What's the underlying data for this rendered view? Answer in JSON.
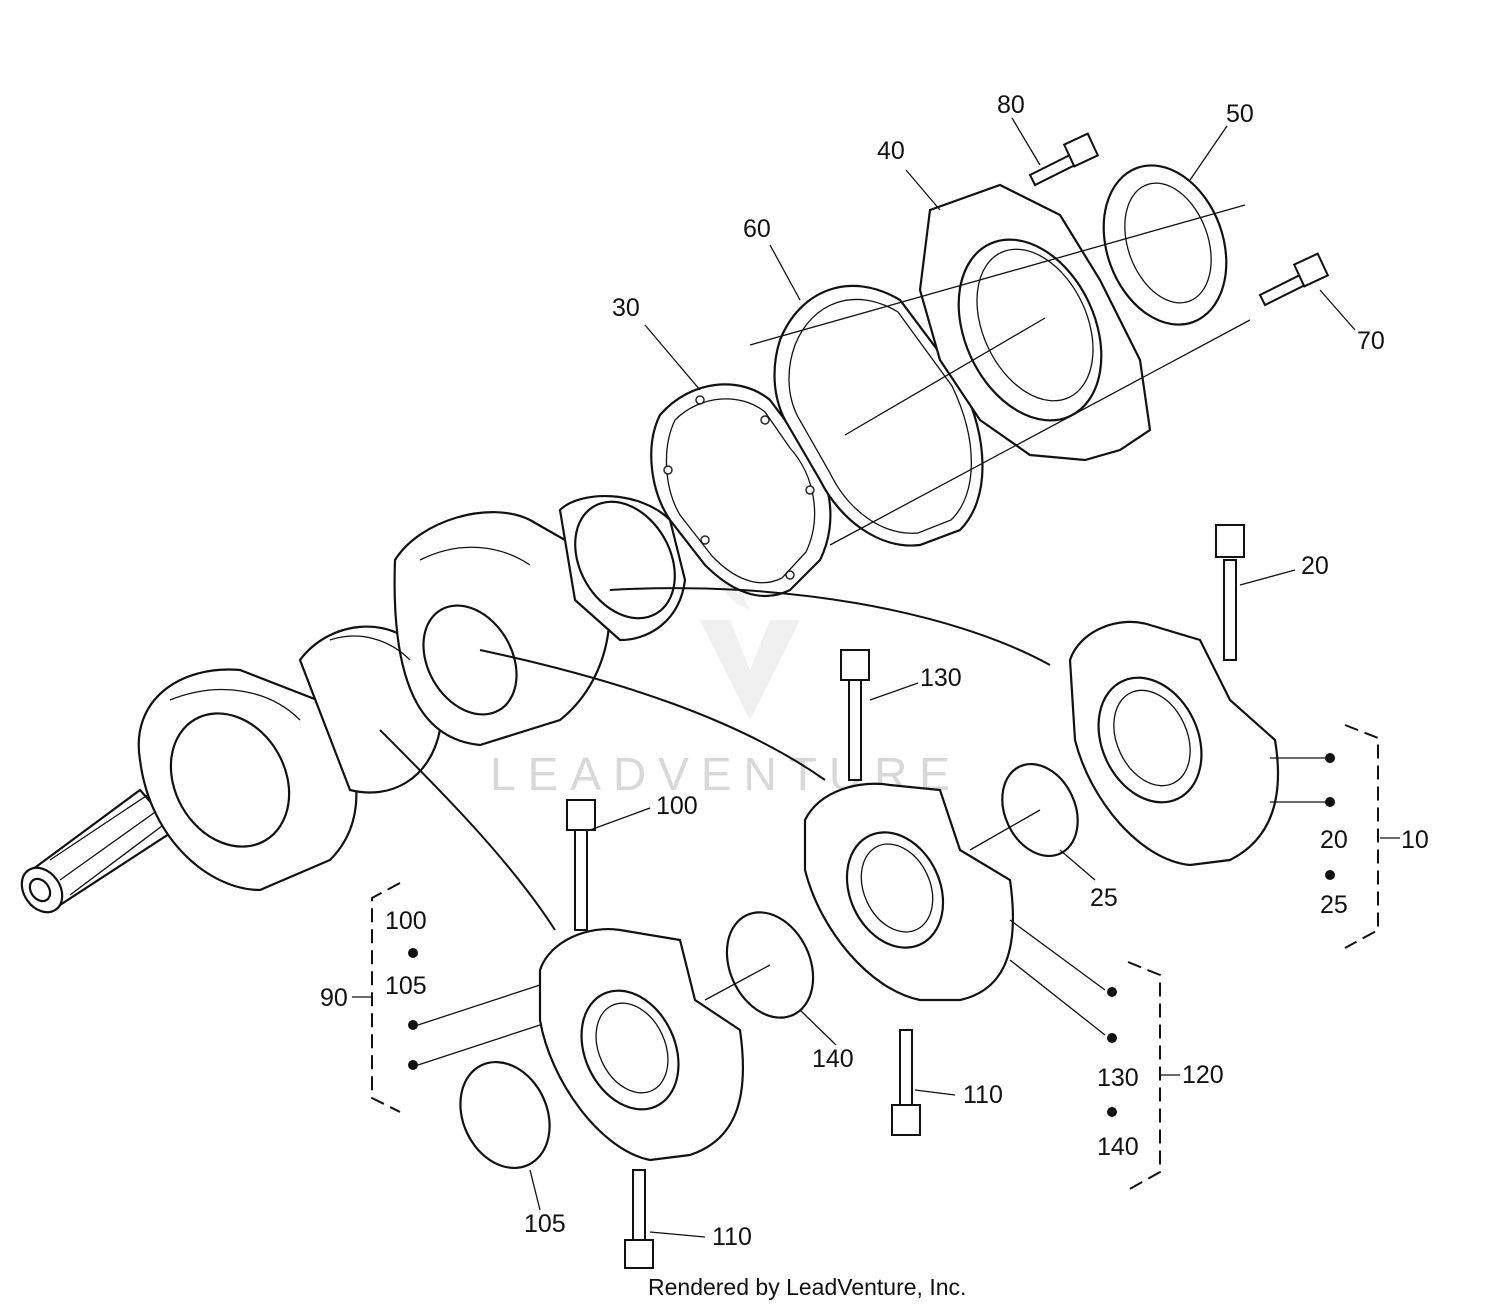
{
  "callouts": {
    "p80": "80",
    "p50": "50",
    "p40": "40",
    "p60": "60",
    "p70": "70",
    "p30": "30",
    "p20": "20",
    "p130": "130",
    "p100": "100",
    "p10": "10",
    "p10_m20": "20",
    "p10_m25": "25",
    "p25": "25",
    "p90": "90",
    "p90_m100": "100",
    "p90_m105": "105",
    "p140": "140",
    "p110a": "110",
    "p110b": "110",
    "p105": "105",
    "p120": "120",
    "p120_m130": "130",
    "p120_m140": "140"
  },
  "watermark": "LEADVENTURE",
  "credit": "Rendered by LeadVenture, Inc."
}
